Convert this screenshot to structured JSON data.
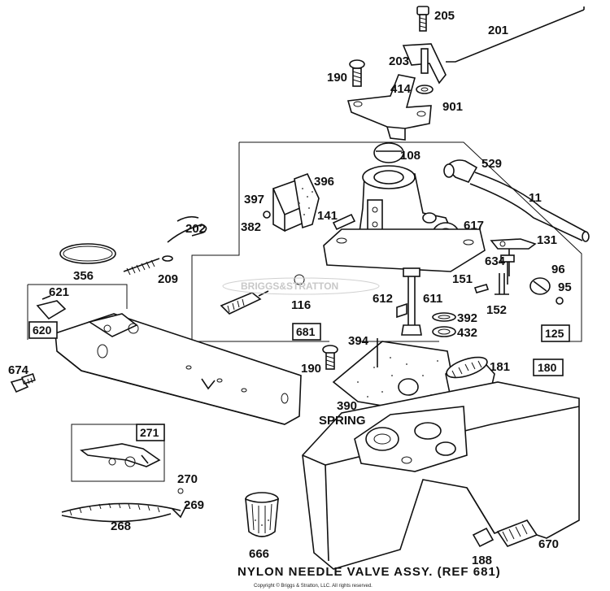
{
  "labels": {
    "p205": "205",
    "p201": "201",
    "p203": "203",
    "p190a": "190",
    "p414": "414",
    "p901": "901",
    "p108": "108",
    "p529": "529",
    "p11": "11",
    "p396": "396",
    "p397": "397",
    "p382": "382",
    "p141": "141",
    "p617": "617",
    "p131": "131",
    "p202": "202",
    "p356": "356",
    "p209": "209",
    "p634": "634",
    "p96": "96",
    "p151": "151",
    "p95": "95",
    "p621": "621",
    "p116": "116",
    "p612": "612",
    "p611": "611",
    "p152": "152",
    "p392": "392",
    "p432": "432",
    "p394": "394",
    "p190b": "190",
    "p181": "181",
    "p674": "674",
    "p390": "390",
    "p270": "270",
    "p269": "269",
    "p268": "268",
    "p666": "666",
    "p188": "188",
    "p670": "670"
  },
  "boxes": {
    "b620": "620",
    "b681": "681",
    "b125": "125",
    "b180": "180",
    "b271": "271"
  },
  "spring_label": "SPRING",
  "caption": "NYLON NEEDLE VALVE ASSY. (REF 681)",
  "copyright": "Copyright © Briggs & Stratton, LLC. All rights reserved.",
  "watermark": "BRIGGS&STRATTON"
}
